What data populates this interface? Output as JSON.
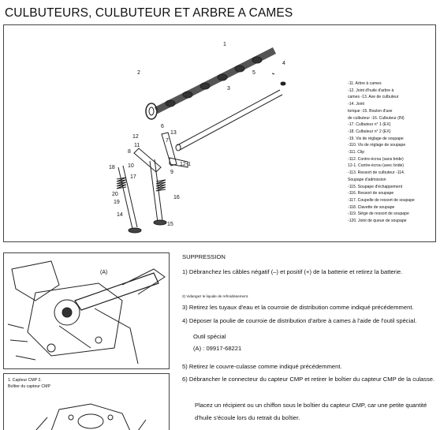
{
  "title": "CULBUTEURS, CULBUTEUR ET ARBRE A CAMES",
  "callouts": [
    "1",
    "2",
    "3",
    "4",
    "5",
    "6",
    "7",
    "8",
    "9",
    "10",
    "11",
    "12",
    "13",
    "14",
    "15",
    "16",
    "17",
    "18",
    "19",
    "20",
    "12-1"
  ],
  "legend": [
    "-11. Arbre à cames",
    "-12. Joint d'huile d'arbre à",
    "cames -13. Axe de culbuteur",
    "-14. Joint",
    "torique -15. Boulon d'axe",
    "de culbuteur -16. Culbuteur (IN)",
    "-17. Culbuteur n° 1 (EX)",
    "-18. Culbuteur n° 2 (EX)",
    "-19. Vis de réglage de soupape",
    "-110. Vis de réglage de soupape",
    "-111. Clip",
    "-112. Contre-écrou (sans bride)",
    "12-1. Contre-écrou (avec bride)",
    "-113. Ressort de culbuteur -114.",
    "Soupape d'admission",
    "-115. Soupape d'échappement",
    "-116. Ressort de soupape",
    "-117. Coupelle de ressort de soupape",
    "-118. Clavette de soupape",
    "-119. Siège de ressort de soupape",
    "-120. Joint de queue de soupape"
  ],
  "figure_mid": {
    "label": "(A)"
  },
  "figure_bottom": {
    "caption": [
      "1. Capteur CMP 2.",
      "Boîtier du capteur CMP"
    ]
  },
  "steps": {
    "heading": "SUPPRESSION",
    "s1": "1) Débranchez les câbles négatif (–) et positif (+) de la batterie et retirez la batterie.",
    "s2": "2) Vidangez le liquide de refroidissement.",
    "s3": "3) Retirez les tuyaux d'eau et la courroie de distribution comme indiqué précédemment.",
    "s4": "4) Déposer la poulie de courroie de distribution d'arbre à cames à l'aide de l'outil spécial.",
    "tool_label": "Outil spécial",
    "tool_value": "(A) : 09917-68221",
    "s5": "5) Retirez le couvre-culasse comme indiqué précédemment.",
    "s6": "6) Débrancher le connecteur du capteur CMP et retirer le boîtier du capteur CMP de la culasse.",
    "note1": "Placez un récipient ou un chiffon sous le boîtier du capteur CMP, car une petite quantité",
    "note2": "d'huile s'écoule lors du retrait du boîtier."
  }
}
